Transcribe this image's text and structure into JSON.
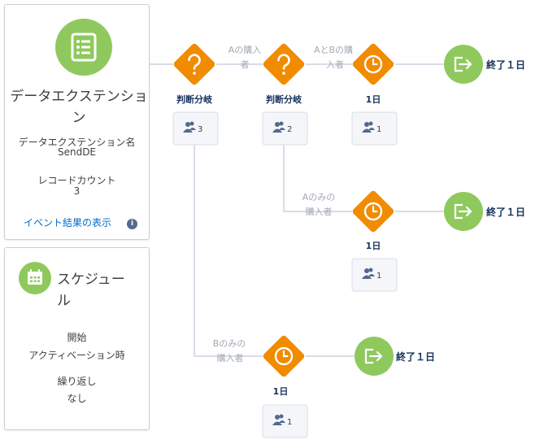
{
  "source": {
    "title": "データエクステンション",
    "name_label": "データエクステンション名",
    "name_value": "SendDE",
    "count_label": "レコードカウント",
    "count_value": "3",
    "link_text": "イベント結果の表示",
    "icon": "list-icon",
    "accent": "#8fc95e"
  },
  "schedule": {
    "title": "スケジュール",
    "start_label": "開始",
    "start_value": "アクティベーション時",
    "repeat_label": "繰り返し",
    "repeat_value": "なし",
    "icon": "calendar-icon"
  },
  "flow": {
    "decision1": {
      "label": "判断分岐",
      "count": "3",
      "icon": "question-icon"
    },
    "decision2": {
      "label": "判断分岐",
      "count": "2",
      "icon": "question-icon"
    },
    "path_a": {
      "line1": "Aの購入",
      "line2": "者"
    },
    "path_ab": {
      "line1": "AとBの購",
      "line2": "入者"
    },
    "path_a_only": {
      "line1": "Aのみの",
      "line2": "購入者"
    },
    "path_b_only": {
      "line1": "Bのみの",
      "line2": "購入者"
    },
    "wait1": {
      "label": "1日",
      "count": "1",
      "icon": "clock-icon"
    },
    "wait2": {
      "label": "1日",
      "count": "1",
      "icon": "clock-icon"
    },
    "wait3": {
      "label": "1日",
      "count": "1",
      "icon": "clock-icon"
    },
    "end1": {
      "label": "終了１日",
      "icon": "exit-icon"
    },
    "end2": {
      "label": "終了１日",
      "icon": "exit-icon"
    },
    "end3": {
      "label": "終了１日",
      "icon": "exit-icon"
    },
    "colors": {
      "activity": "#f18b00",
      "end": "#8fc95e",
      "line": "#d8dde6",
      "badge_bg": "#f4f6f9"
    }
  }
}
